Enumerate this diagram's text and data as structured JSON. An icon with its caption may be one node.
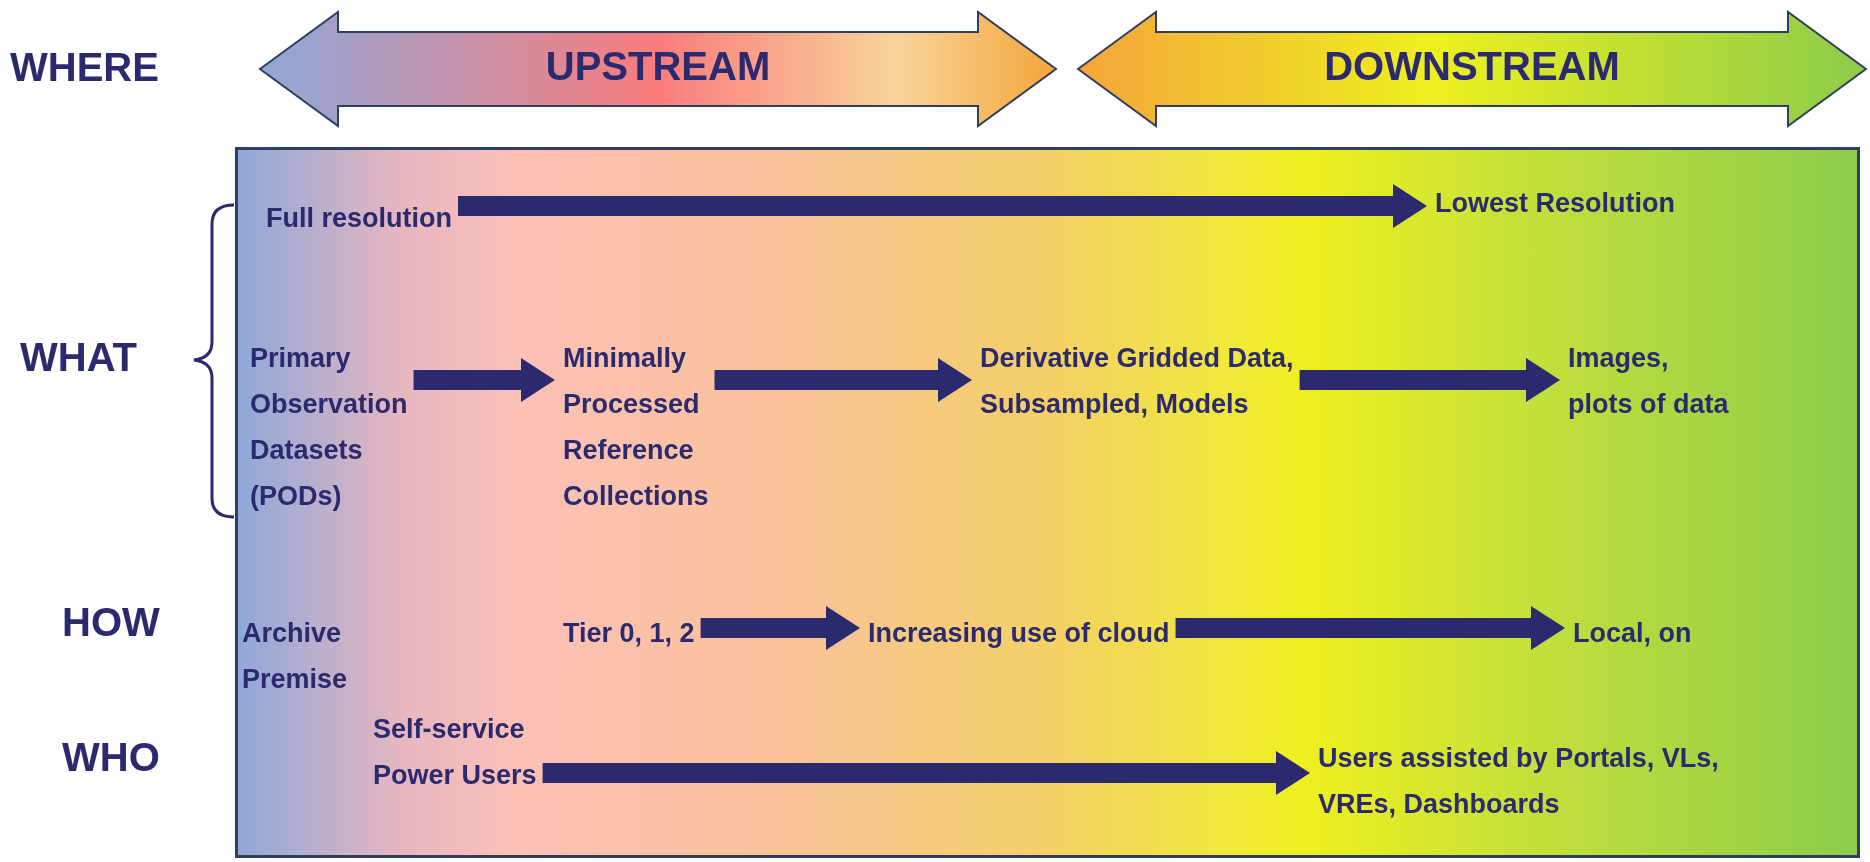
{
  "diagram": {
    "nodes": [
      {
        "text": [
          "UPSTREAM"
        ]
      },
      {
        "text": [
          "DOWNSTREAM"
        ]
      },
      {
        "text": [],
        "shape": "box"
      },
      {
        "text": [
          "Full resolution"
        ],
        "in": 2
      },
      {
        "text": [
          "Lowest Resolution"
        ],
        "in": 2
      },
      {
        "text": [
          "Primary Observation Datasets (PODs)"
        ],
        "in": 2
      },
      {
        "text": [
          "Minimally Processed Reference Collections"
        ],
        "in": 2
      },
      {
        "text": [
          "Derivative Gridded Data, Subsampled, Models"
        ],
        "in": 2
      },
      {
        "text": [
          "Images, plots of data"
        ],
        "in": 2
      },
      {
        "text": [
          "Archive Premise"
        ],
        "in": 2
      },
      {
        "text": [
          "Tier 0, 1, 2"
        ],
        "in": 2
      },
      {
        "text": [
          "Increasing use of cloud"
        ],
        "in": 2
      },
      {
        "text": [
          "Local, on"
        ],
        "in": 2
      },
      {
        "text": [
          "Self-service Power Users"
        ],
        "in": 2
      },
      {
        "text": [
          "Users assisted by Portals, VLs, VREs, Dashboards"
        ],
        "in": 2
      }
    ],
    "edges": [
      {
        "from": 3,
        "to": 4,
        "arrow": "to"
      },
      {
        "from": 5,
        "to": 6,
        "arrow": "to"
      },
      {
        "from": 6,
        "to": 7,
        "arrow": "to"
      },
      {
        "from": 7,
        "to": 8,
        "arrow": "to"
      },
      {
        "from": 10,
        "to": 11,
        "arrow": "to"
      },
      {
        "from": 11,
        "to": 12,
        "arrow": "to"
      },
      {
        "from": 13,
        "to": 14,
        "arrow": "to"
      }
    ],
    "labels": [
      "WHERE",
      "WHAT",
      "HOW",
      "WHO"
    ]
  }
}
